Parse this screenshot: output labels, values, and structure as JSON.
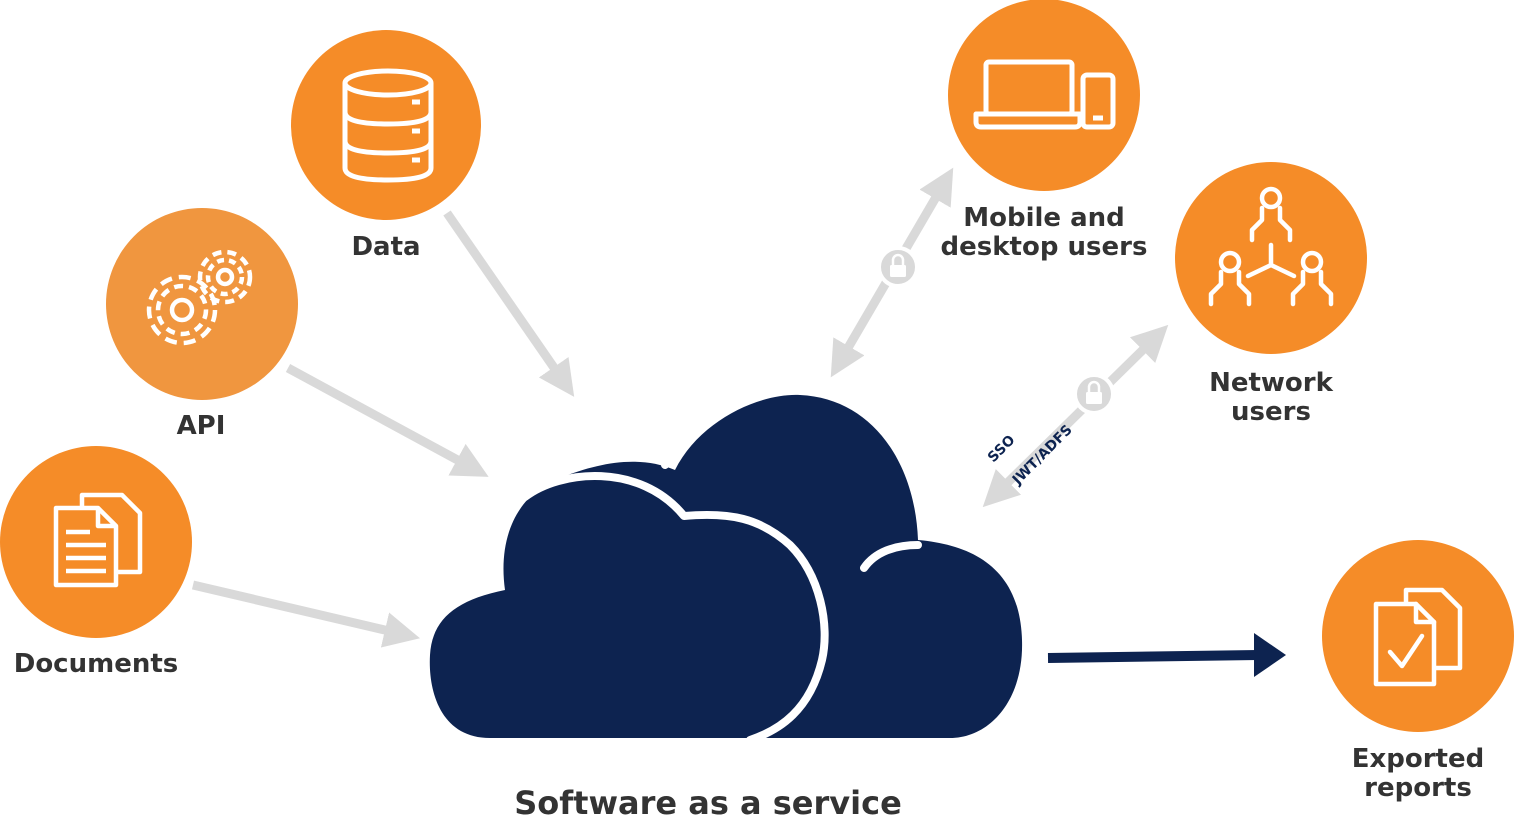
{
  "nodes": {
    "data": {
      "label": "Data",
      "icon": "database-icon"
    },
    "api": {
      "label": "API",
      "icon": "gears-icon"
    },
    "documents": {
      "label": "Documents",
      "icon": "documents-icon"
    },
    "mobile": {
      "label_line1": "Mobile and",
      "label_line2": "desktop users",
      "icon": "devices-icon"
    },
    "network": {
      "label_line1": "Network",
      "label_line2": "users",
      "icon": "network-users-icon"
    },
    "exported": {
      "label_line1": "Exported",
      "label_line2": "reports",
      "icon": "report-check-icon"
    }
  },
  "center": {
    "label": "Software as a service",
    "icon": "cloud-icon"
  },
  "auth": {
    "sso": "SSO",
    "jwt": "JWT/ADFS",
    "icon": "lock-icon"
  },
  "colors": {
    "orange": "#f58c28",
    "orange_light": "#f0963f",
    "navy": "#0d2350",
    "arrow_gray": "#d9d9d9",
    "text": "#333333"
  }
}
